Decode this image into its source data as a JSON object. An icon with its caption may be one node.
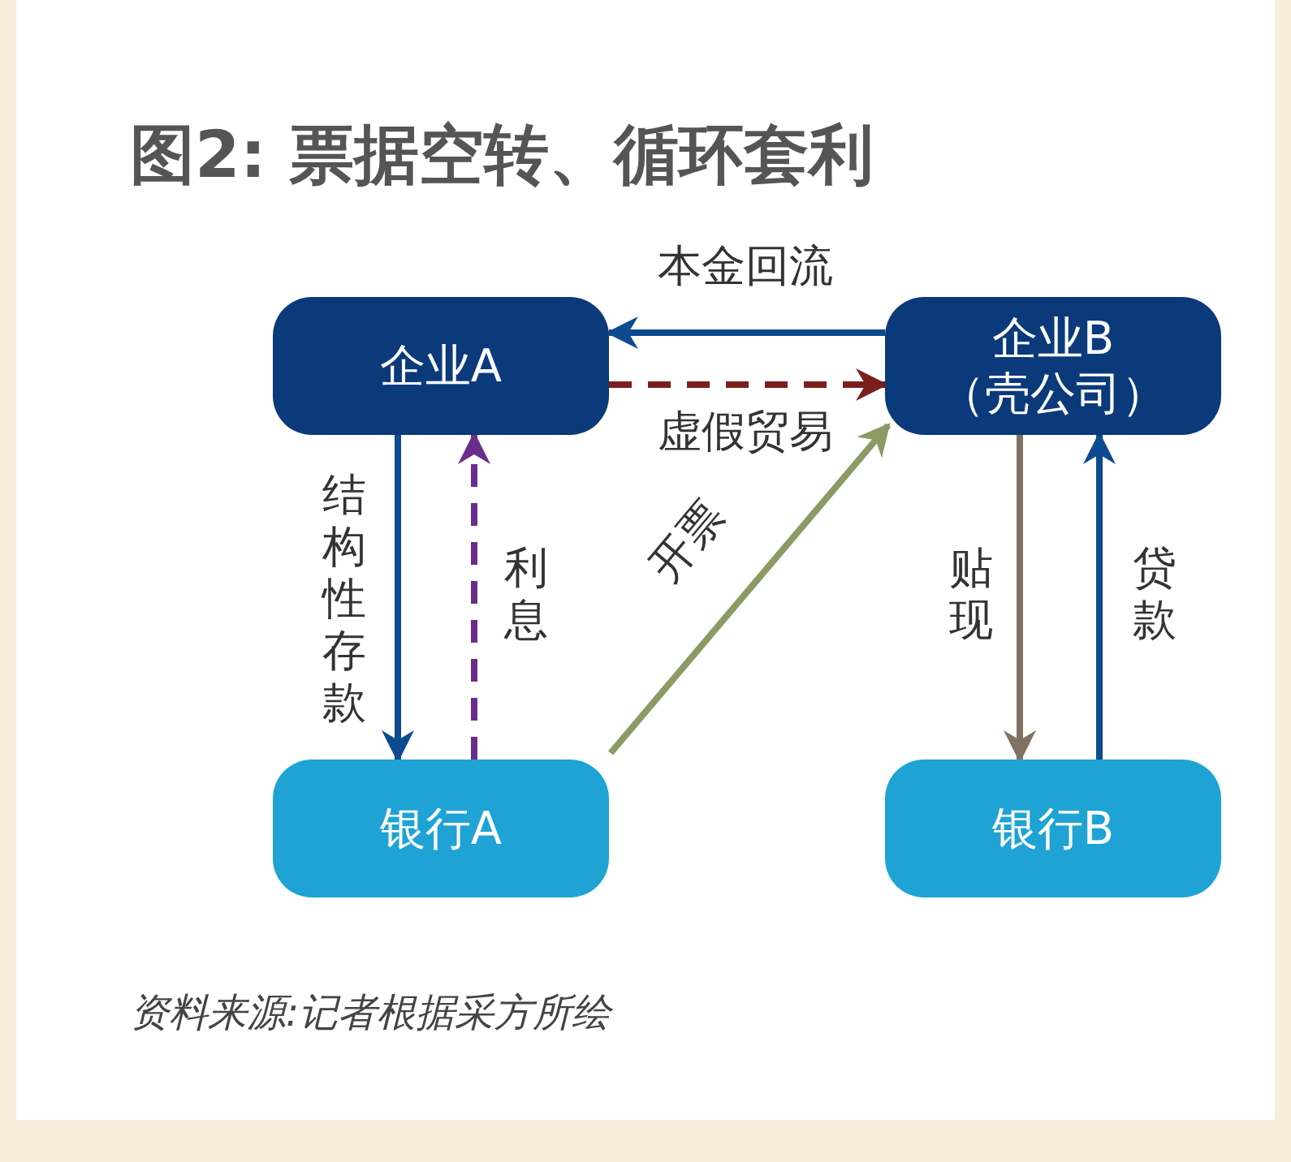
{
  "diagram": {
    "title": "图2: 票据空转、循环套利",
    "caption": "资料来源:记者根据采方所绘",
    "nodes": [
      {
        "text": [
          "企业A"
        ]
      },
      {
        "text": [
          "企业B",
          "（壳公司）"
        ]
      },
      {
        "text": [
          "银行A"
        ]
      },
      {
        "text": [
          "银行B"
        ]
      }
    ],
    "edges": [
      {
        "from": 1,
        "to": 0,
        "arrow": "to",
        "label": "本金回流"
      },
      {
        "from": 0,
        "to": 1,
        "arrow": "to",
        "label": "虚假贸易",
        "style": "dashed",
        "color": "#7b1e1e"
      },
      {
        "from": 0,
        "to": 2,
        "arrow": "to",
        "label": "结构性存款"
      },
      {
        "from": 2,
        "to": 0,
        "arrow": "to",
        "label": "利息",
        "style": "dashed",
        "color": "#6b2d8c"
      },
      {
        "from": 2,
        "to": 1,
        "arrow": "to",
        "label": "开票",
        "color": "#8c9a64"
      },
      {
        "from": 1,
        "to": 3,
        "arrow": "to",
        "label": "贴现",
        "color": "#7f7262"
      },
      {
        "from": 3,
        "to": 1,
        "arrow": "to",
        "label": "贷款"
      }
    ]
  }
}
